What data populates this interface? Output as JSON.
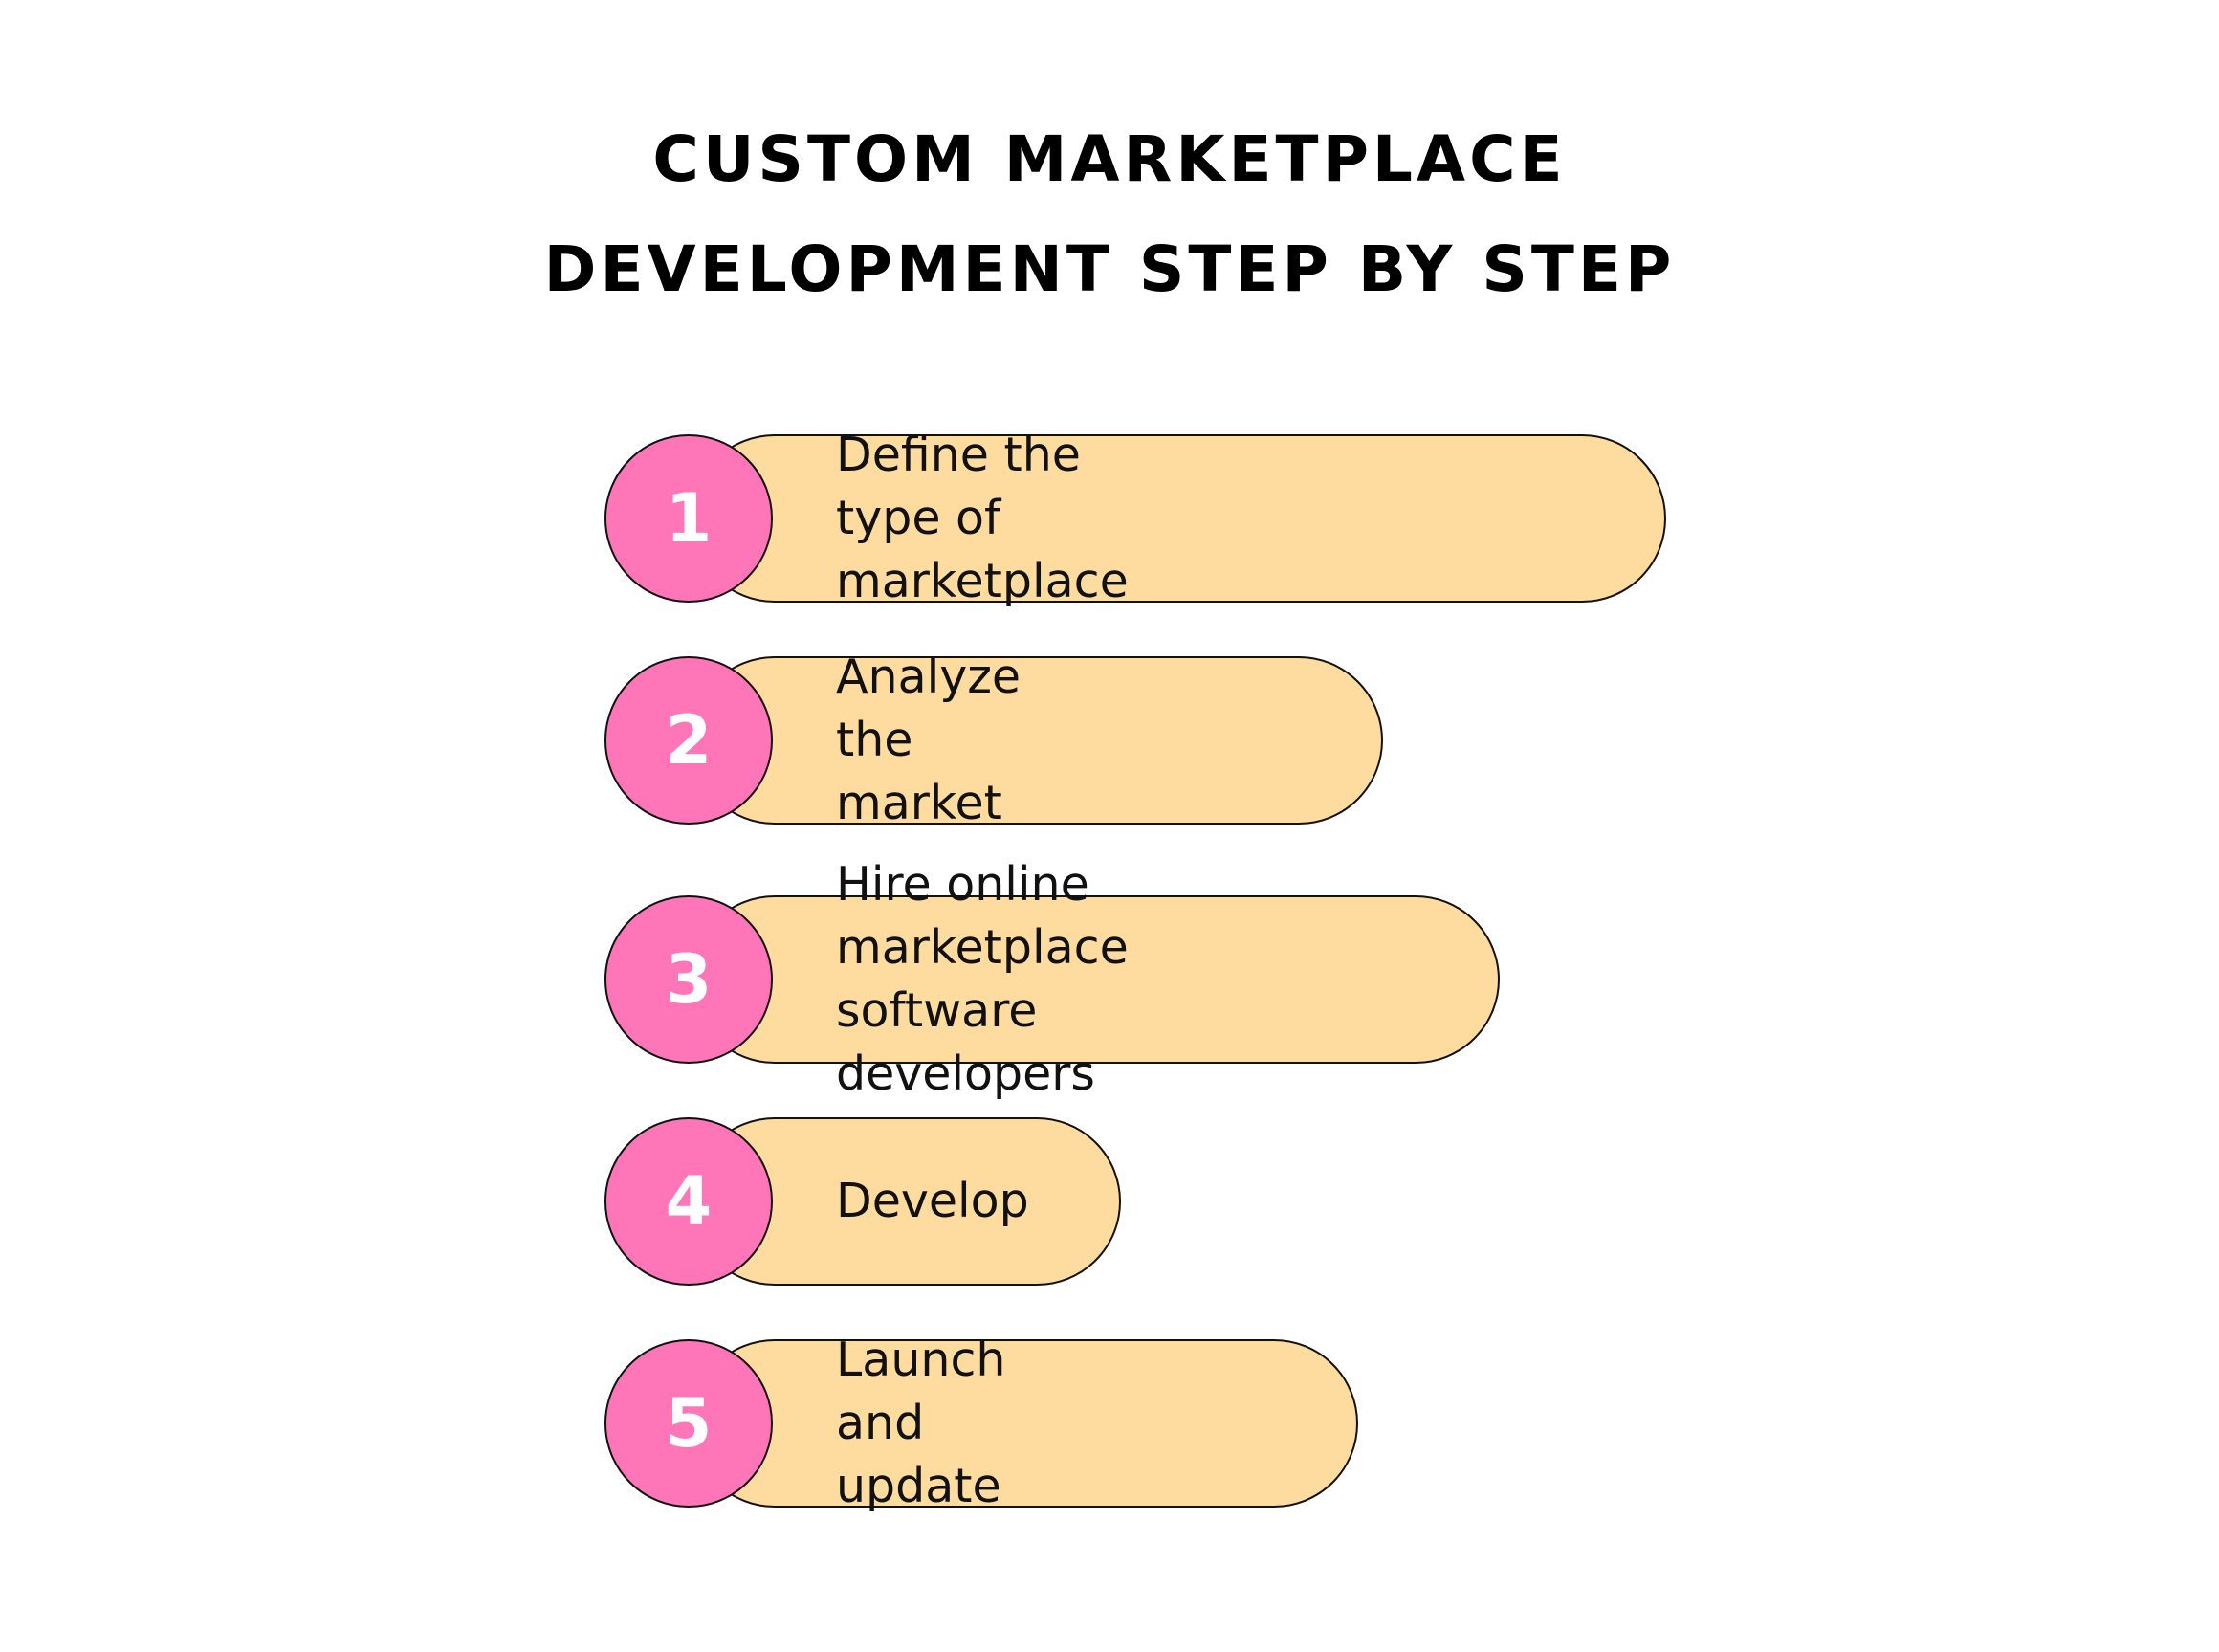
{
  "title": {
    "line1": "CUSTOM MARKETPLACE",
    "line2": "DEVELOPMENT STEP  BY STEP"
  },
  "colors": {
    "circle": "#ff76b8",
    "pill": "#fedb9e",
    "outline": "#111111",
    "number_text": "#ffffff"
  },
  "steps": [
    {
      "number": "1",
      "label": "Define the type of marketplace"
    },
    {
      "number": "2",
      "label": "Analyze the market"
    },
    {
      "number": "3",
      "label": "Hire online marketplace\nsoftware developers"
    },
    {
      "number": "4",
      "label": "Develop"
    },
    {
      "number": "5",
      "label": "Launch and update"
    }
  ]
}
